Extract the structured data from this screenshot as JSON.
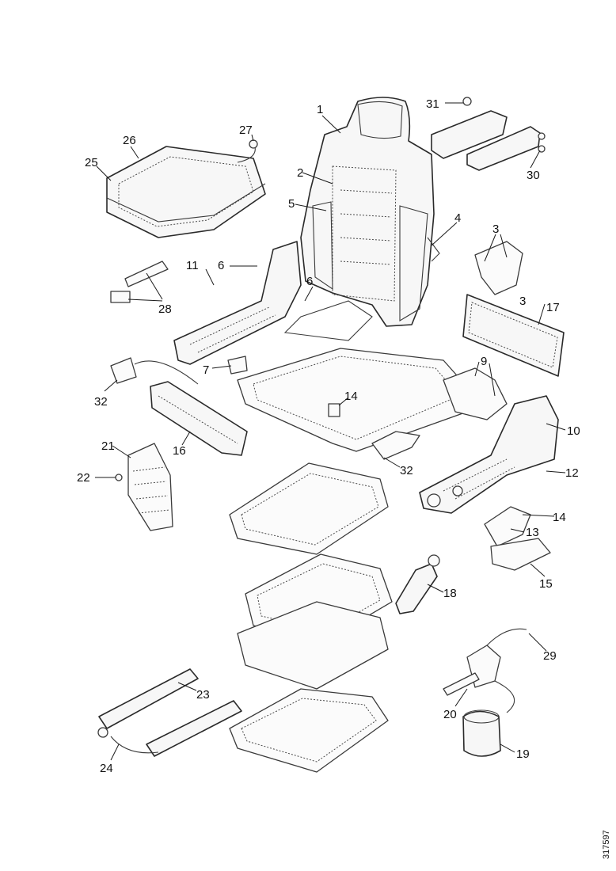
{
  "diagram": {
    "reference_code": "317597",
    "callouts": {
      "c1": "1",
      "c2": "2",
      "c3a": "3",
      "c3b": "3",
      "c4": "4",
      "c5": "5",
      "c6a": "6",
      "c6b": "6",
      "c7": "7",
      "c9": "9",
      "c10": "10",
      "c11": "11",
      "c12": "12",
      "c13": "13",
      "c14a": "14",
      "c14b": "14",
      "c15": "15",
      "c16": "16",
      "c17": "17",
      "c18": "18",
      "c19": "19",
      "c20": "20",
      "c21": "21",
      "c22": "22",
      "c23": "23",
      "c24": "24",
      "c25": "25",
      "c26": "26",
      "c27": "27",
      "c28": "28",
      "c29": "29",
      "c30": "30",
      "c31": "31",
      "c32a": "32",
      "c32b": "32"
    }
  }
}
